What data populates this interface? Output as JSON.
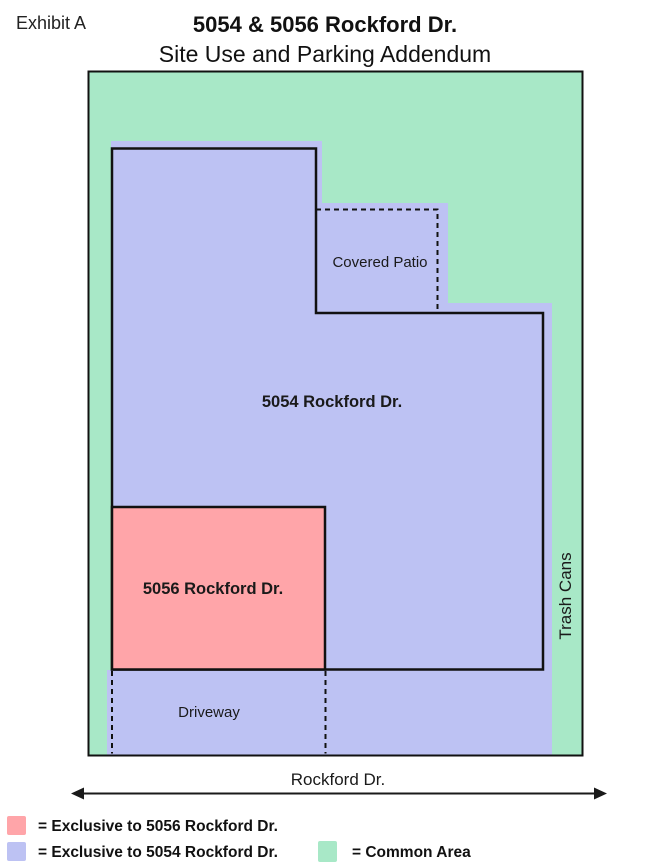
{
  "header": {
    "exhibit_label": "Exhibit A",
    "title": "5054 & 5056 Rockford Dr.",
    "subtitle": "Site Use and Parking Addendum"
  },
  "site_plan": {
    "labels": {
      "covered_patio": "Covered Patio",
      "unit_5054": "5054 Rockford Dr.",
      "unit_5056": "5056 Rockford Dr.",
      "driveway": "Driveway",
      "trash_cans": "Trash Cans",
      "street": "Rockford Dr."
    },
    "colors": {
      "common_area": "#a8e8c7",
      "exclusive_5054": "#bdc2f3",
      "exclusive_5056": "#ffa5a9",
      "outline": "#111111"
    }
  },
  "legend": {
    "items": [
      {
        "swatch_color": "#ffa5a9",
        "label": "= Exclusive to 5056 Rockford Dr."
      },
      {
        "swatch_color": "#bdc2f3",
        "label": "= Exclusive to 5054 Rockford Dr."
      },
      {
        "swatch_color": "#a8e8c7",
        "label": "= Common Area"
      }
    ]
  }
}
